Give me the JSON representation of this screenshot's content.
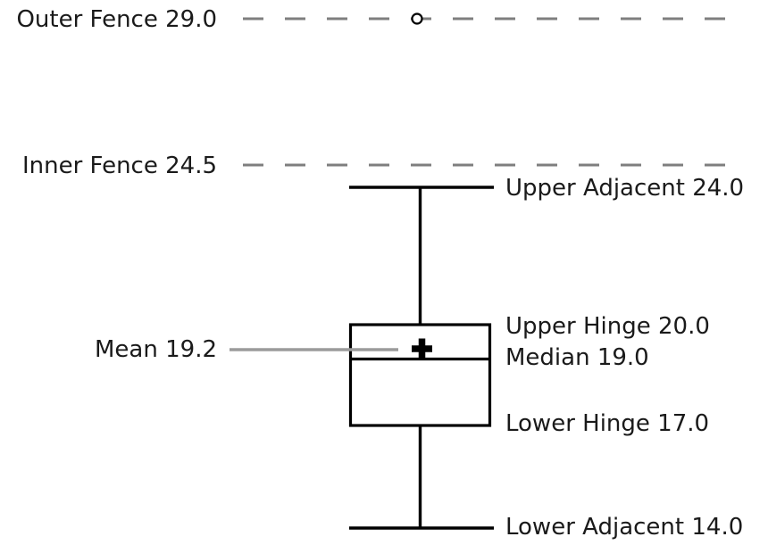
{
  "chart_data": {
    "type": "boxplot",
    "orientation": "vertical",
    "title": "",
    "axes": "none",
    "legend": "none",
    "values": {
      "outer_fence": 29.0,
      "inner_fence": 24.5,
      "upper_adjacent": 24.0,
      "upper_hinge": 20.0,
      "mean": 19.2,
      "median": 19.0,
      "lower_hinge": 17.0,
      "lower_adjacent": 14.0,
      "outliers": [
        29.0
      ]
    },
    "annotations": {
      "outer_fence": "Outer Fence 29.0",
      "inner_fence": "Inner Fence 24.5",
      "mean": "Mean 19.2",
      "upper_adjacent": "Upper Adjacent 24.0",
      "upper_hinge": "Upper Hinge 20.0",
      "median": "Median 19.0",
      "lower_hinge": "Lower Hinge 17.0",
      "lower_adjacent": "Lower Adjacent 14.0"
    }
  },
  "colors": {
    "line": "#000000",
    "fence_dash": "#7f7f7f",
    "mean_leader": "#9b9b9b",
    "text": "#1a1a1a",
    "background": "#ffffff"
  }
}
